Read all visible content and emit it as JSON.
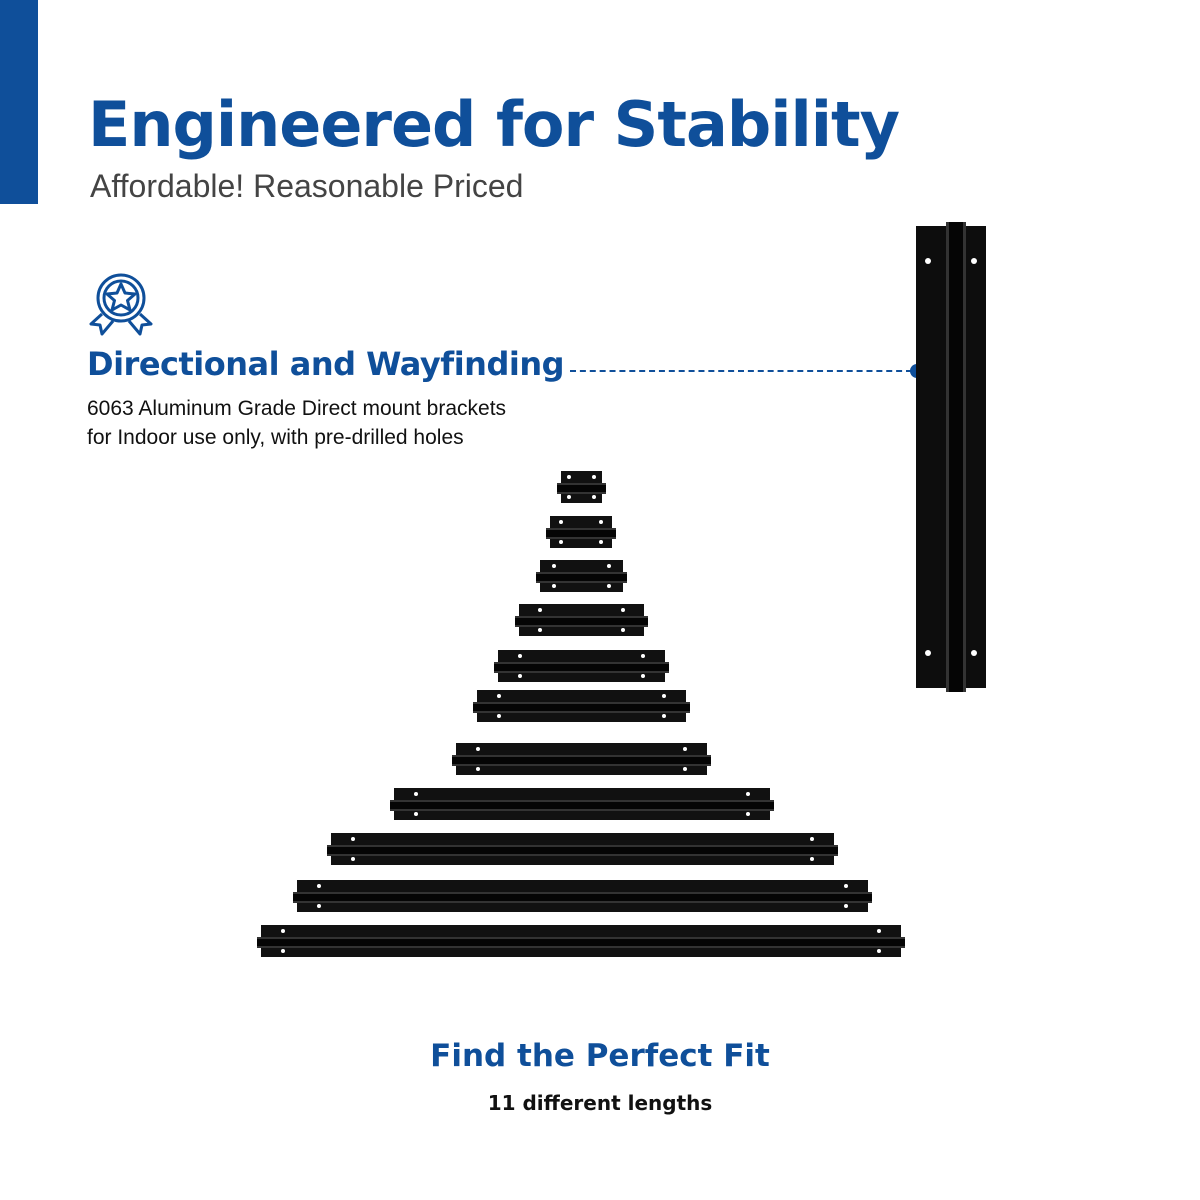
{
  "header": {
    "title": "Engineered for Stability",
    "subtitle": "Affordable! Reasonable Priced"
  },
  "feature": {
    "icon": "award-ribbon-star-icon",
    "title": "Directional and Wayfinding",
    "description_line1": "6063 Aluminum Grade Direct mount brackets",
    "description_line2": "for Indoor use only, with pre-drilled holes"
  },
  "lengths": {
    "title": "Find the Perfect Fit",
    "subtitle": "11 different lengths",
    "count": 11
  },
  "colors": {
    "accent": "#0f4f9a",
    "bracket": "#111111"
  }
}
